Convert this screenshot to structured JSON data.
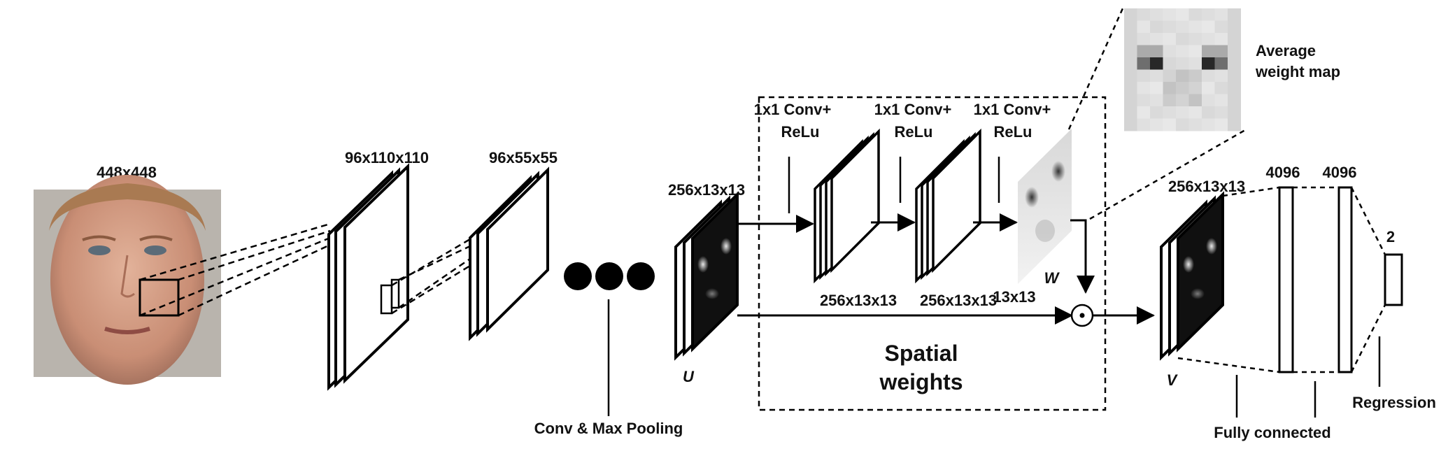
{
  "input": {
    "size_label": "448x448"
  },
  "conv1": {
    "size_label": "96x110x110"
  },
  "pool1": {
    "size_label": "96x55x55"
  },
  "conv_pool": {
    "label": "Conv & Max Pooling"
  },
  "feature_u": {
    "size_label": "256x13x13",
    "symbol": "U"
  },
  "spatial": {
    "box_label_line1": "Spatial",
    "box_label_line2": "weights",
    "conv1_label_line1": "1x1 Conv+",
    "conv1_label_line2": "ReLu",
    "conv1_size": "256x13x13",
    "conv2_label_line1": "1x1 Conv+",
    "conv2_label_line2": "ReLu",
    "conv2_size": "256x13x13",
    "conv3_label_line1": "1x1 Conv+",
    "conv3_label_line2": "ReLu",
    "weight_size": "13x13",
    "weight_symbol": "W",
    "product_symbol": "⊙"
  },
  "weight_map": {
    "label_line1": "Average",
    "label_line2": "weight map"
  },
  "feature_v": {
    "size_label": "256x13x13",
    "symbol": "V"
  },
  "fc": {
    "fc1_label": "4096",
    "fc2_label": "4096",
    "group_label": "Fully connected"
  },
  "output": {
    "size_label": "2",
    "label": "Regression"
  }
}
